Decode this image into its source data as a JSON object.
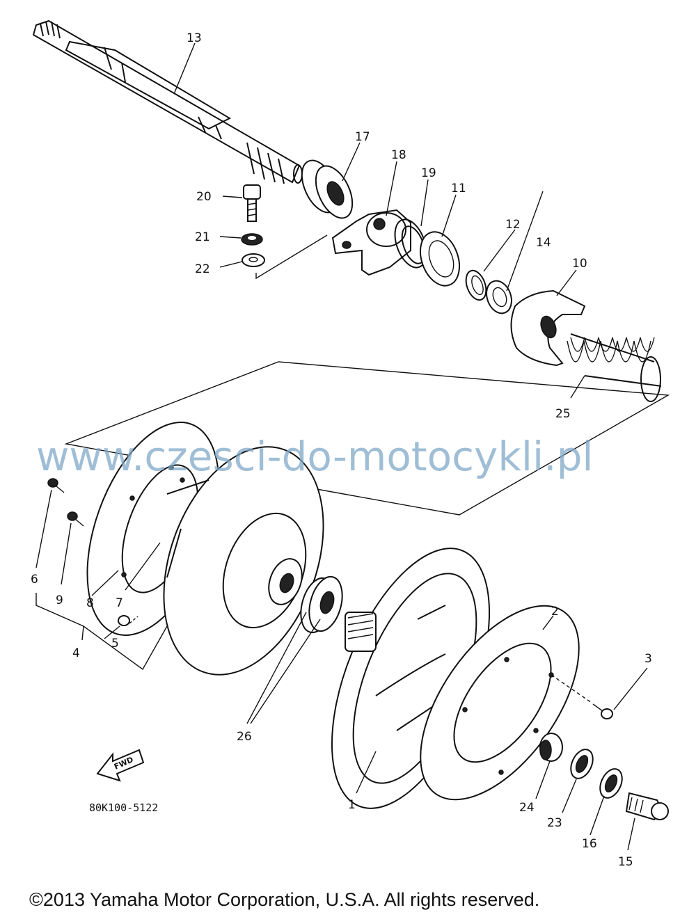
{
  "labels": {
    "p1": "1",
    "p2": "2",
    "p3": "3",
    "p4": "4",
    "p5": "5",
    "p6": "6",
    "p7": "7",
    "p8": "8",
    "p9": "9",
    "p10": "10",
    "p11": "11",
    "p12": "12",
    "p13": "13",
    "p14": "14",
    "p15": "15",
    "p16": "16",
    "p17": "17",
    "p18": "18",
    "p19": "19",
    "p20": "20",
    "p21": "21",
    "p22": "22",
    "p23": "23",
    "p24": "24",
    "p25": "25",
    "p26": "26"
  },
  "fwd_arrow_text": "FWD",
  "diagram_code": "80K100-5122",
  "watermark": "www.czesci-do-motocykli.pl",
  "copyright": "©2013 Yamaha Motor Corporation, U.S.A. All rights reserved."
}
